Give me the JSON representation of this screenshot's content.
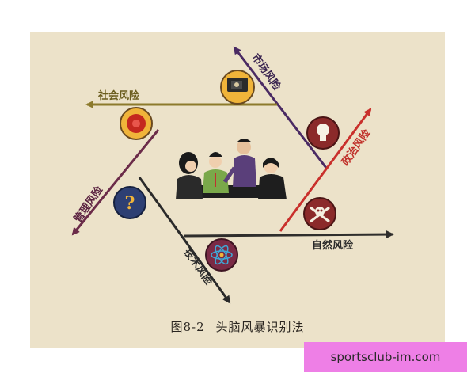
{
  "figure": {
    "number": "图8-2",
    "title": "头脑风暴识别法"
  },
  "risks": {
    "market": "市场风险",
    "social": "社会风险",
    "political": "政治风险",
    "management": "管理风险",
    "natural": "自然风险",
    "technical": "技术风险"
  },
  "icons": {
    "market": "hand-holding-money-icon",
    "social": "bell-alarm-icon",
    "political": "light-bulb-icon",
    "management": "question-mark-icon",
    "natural": "skull-crossbones-icon",
    "technical": "atom-icon"
  },
  "colors": {
    "page": "#ece2c9",
    "market_line": "#4a2a63",
    "social_line": "#8c7a2c",
    "political_line": "#c9302c",
    "management_line": "#6b2b49",
    "natural_line": "#2f2e2c",
    "technical_line": "#2a2a2a"
  },
  "watermark": "sportsclub-im.com"
}
